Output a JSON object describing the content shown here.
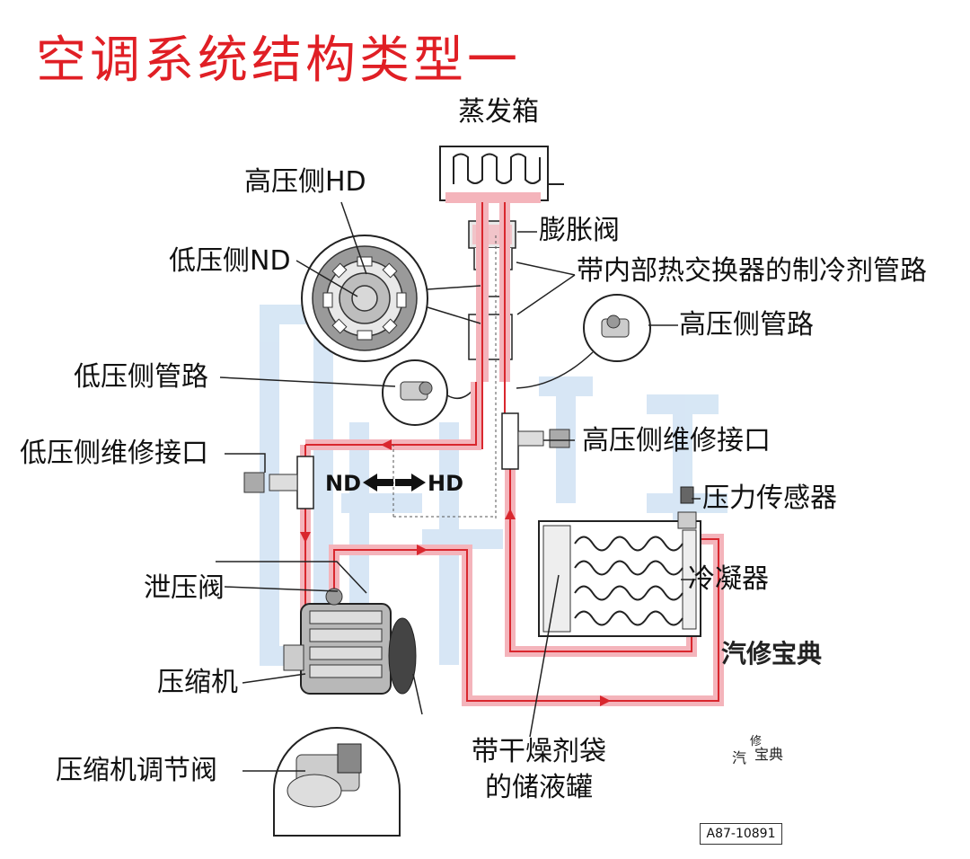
{
  "title": "空调系统结构类型一",
  "labels": {
    "evaporator": "蒸发箱",
    "high_side_hd": "高压侧HD",
    "low_side_nd": "低压侧ND",
    "expansion_valve": "膨胀阀",
    "internal_hx_pipe": "带内部热交换器的制冷剂管路",
    "high_pressure_line": "高压侧管路",
    "low_pressure_line": "低压侧管路",
    "low_service_port": "低压侧维修接口",
    "high_service_port": "高压侧维修接口",
    "pressure_sensor": "压力传感器",
    "condenser": "冷凝器",
    "relief_valve": "泄压阀",
    "compressor": "压缩机",
    "compressor_control_valve": "压缩机调节阀",
    "receiver_drier_1": "带干燥剂袋",
    "receiver_drier_2": "的储液罐",
    "nd": "ND",
    "hd": "HD"
  },
  "watermark": {
    "brand_1": "汽修宝典",
    "small_1": "修",
    "small_2": "汽",
    "small_3": "宝典"
  },
  "figure_code": "A87-10891",
  "colors": {
    "title": "#e01f25",
    "pipe_pink": "#f4b4bb",
    "pipe_red": "#d9272e",
    "watermark_blue": "#c9dff2"
  }
}
